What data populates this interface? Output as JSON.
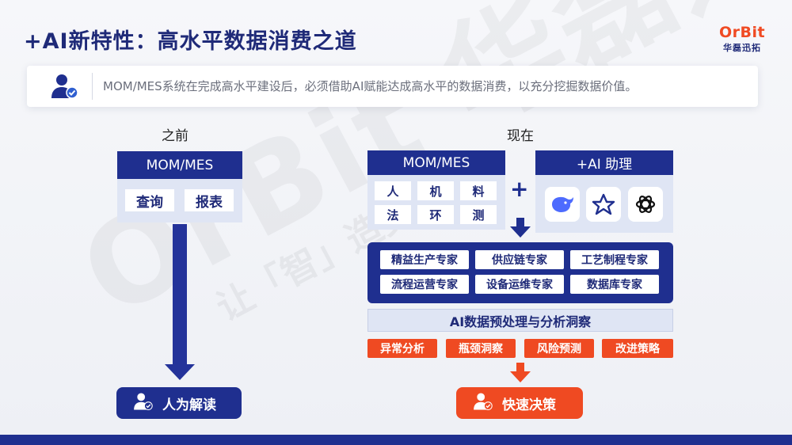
{
  "header": {
    "title": "+AI新特性：高水平数据消费之道",
    "logo_main": "OrBit",
    "logo_sub": "华磊迅拓"
  },
  "banner": {
    "icon": "user-check-icon",
    "text": "MOM/MES系统在完成高水平建设后，必须借助AI赋能达成高水平的数据消费，以充分挖掘数据价值。"
  },
  "watermark": {
    "main": "OrBit 华磊迅拓",
    "sub": "让「智」造更简单"
  },
  "before": {
    "label": "之前",
    "system": "MOM/MES",
    "items": [
      "查询",
      "报表"
    ],
    "outcome": "人为解读",
    "outcome_icon": "user-check-icon"
  },
  "now": {
    "label": "现在",
    "system": "MOM/MES",
    "factors": [
      "人",
      "机",
      "料",
      "法",
      "环",
      "测"
    ],
    "plus": "+",
    "ai_title": "+AI 助理",
    "ai_logos": [
      "deepseek-whale-icon",
      "kimi-star-icon",
      "openai-knot-icon"
    ],
    "experts": [
      "精益生产专家",
      "供应链专家",
      "工艺制程专家",
      "流程运营专家",
      "设备运维专家",
      "数据库专家"
    ],
    "process": "AI数据预处理与分析洞察",
    "insights": [
      "异常分析",
      "瓶颈洞察",
      "风险预测",
      "改进策略"
    ],
    "outcome": "快速决策",
    "outcome_icon": "user-check-icon"
  },
  "colors": {
    "navy": "#1f2f8f",
    "orange": "#ef4a22",
    "light_panel": "#dfe5f4"
  }
}
